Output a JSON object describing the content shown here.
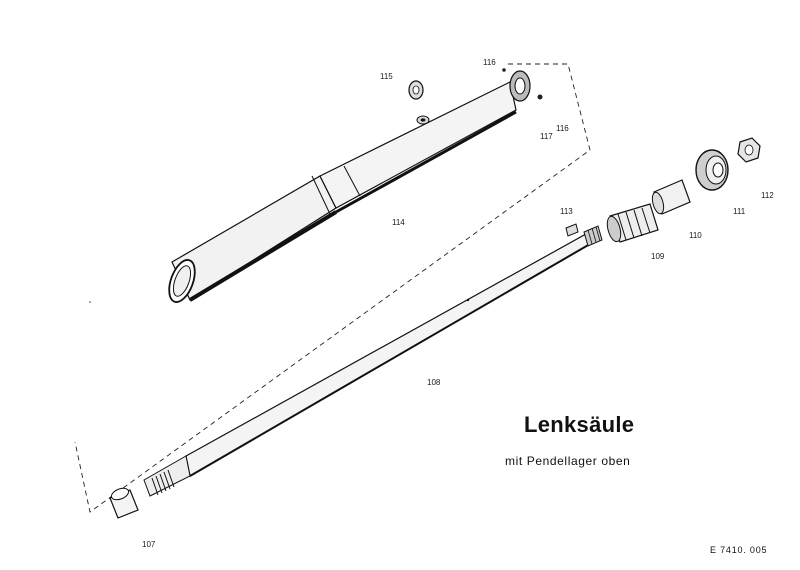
{
  "title": "Lenksäule",
  "subtitle": "mit Pendellager oben",
  "document_number": "E 7410. 005",
  "part_labels": {
    "p107": "107",
    "p108": "108",
    "p109": "109",
    "p110": "110",
    "p111": "111",
    "p112": "112",
    "p113": "113",
    "p114": "114",
    "p115": "115",
    "p116a": "116",
    "p116b": "116",
    "p117": "117"
  }
}
